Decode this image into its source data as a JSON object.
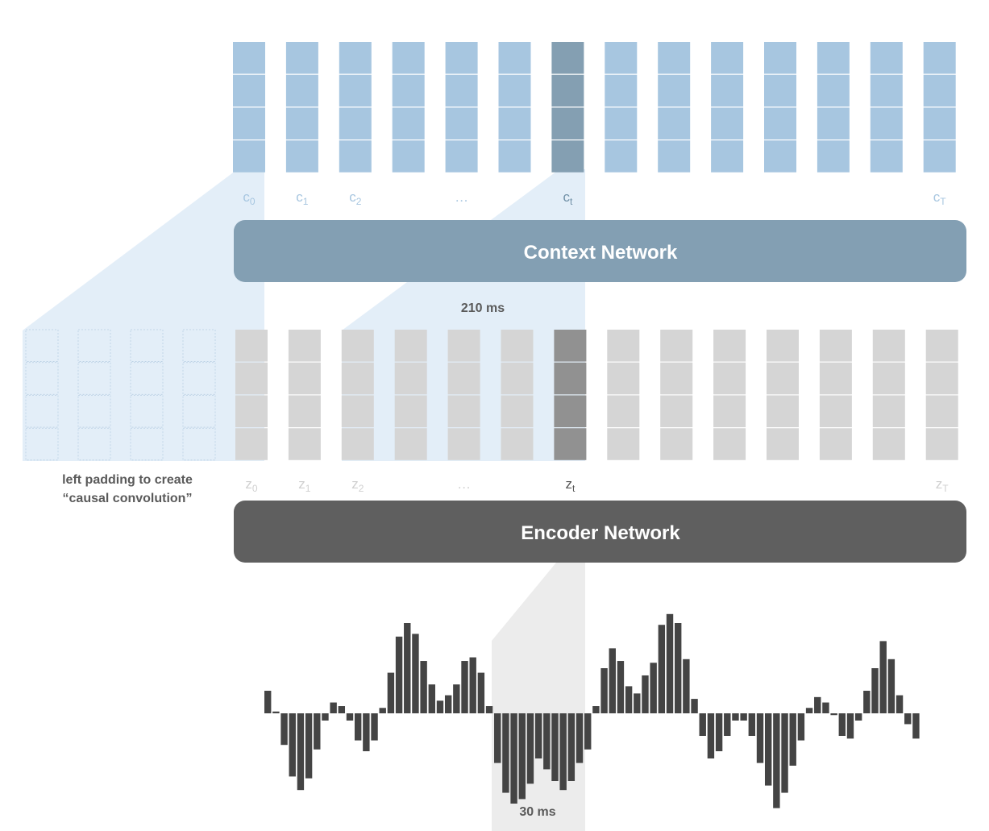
{
  "context_network": {
    "label": "Context Network",
    "color": "#839fb3",
    "vector_color": "#a7c6e0",
    "highlight_color": "#849fb2",
    "vectors": [
      {
        "base": "c",
        "sub": "0",
        "highlight": false
      },
      {
        "base": "c",
        "sub": "1",
        "highlight": false
      },
      {
        "base": "c",
        "sub": "2",
        "highlight": false
      },
      {
        "base": "",
        "sub": "",
        "highlight": false
      },
      {
        "base": "…",
        "sub": "",
        "highlight": false
      },
      {
        "base": "",
        "sub": "",
        "highlight": false
      },
      {
        "base": "c",
        "sub": "t",
        "highlight": true
      },
      {
        "base": "",
        "sub": "",
        "highlight": false
      },
      {
        "base": "",
        "sub": "",
        "highlight": false
      },
      {
        "base": "",
        "sub": "",
        "highlight": false
      },
      {
        "base": "",
        "sub": "",
        "highlight": false
      },
      {
        "base": "",
        "sub": "",
        "highlight": false
      },
      {
        "base": "",
        "sub": "",
        "highlight": false
      },
      {
        "base": "c",
        "sub": "T",
        "highlight": false
      }
    ]
  },
  "receptive_field_label": "210 ms",
  "encoder_network": {
    "label": "Encoder Network",
    "color": "#5f5f5f",
    "vector_color": "#d5d5d5",
    "highlight_color": "#919191",
    "padding_vectors": 4,
    "vectors": [
      {
        "base": "z",
        "sub": "0",
        "highlight": false
      },
      {
        "base": "z",
        "sub": "1",
        "highlight": false
      },
      {
        "base": "z",
        "sub": "2",
        "highlight": false
      },
      {
        "base": "",
        "sub": "",
        "highlight": false
      },
      {
        "base": "…",
        "sub": "",
        "highlight": false
      },
      {
        "base": "",
        "sub": "",
        "highlight": false
      },
      {
        "base": "z",
        "sub": "t",
        "highlight": true
      },
      {
        "base": "",
        "sub": "",
        "highlight": false
      },
      {
        "base": "",
        "sub": "",
        "highlight": false
      },
      {
        "base": "",
        "sub": "",
        "highlight": false
      },
      {
        "base": "",
        "sub": "",
        "highlight": false
      },
      {
        "base": "",
        "sub": "",
        "highlight": false
      },
      {
        "base": "",
        "sub": "",
        "highlight": false
      },
      {
        "base": "z",
        "sub": "T",
        "highlight": false
      }
    ]
  },
  "padding_note": [
    "left padding to create",
    "“causal convolution”"
  ],
  "waveform": {
    "window_label": "30 ms",
    "color": "#444444",
    "samples": [
      25,
      2,
      -35,
      -70,
      -85,
      -72,
      -40,
      -8,
      12,
      8,
      -8,
      -30,
      -42,
      -30,
      6,
      45,
      85,
      100,
      88,
      58,
      32,
      14,
      20,
      32,
      58,
      62,
      45,
      8,
      -55,
      -88,
      -100,
      -95,
      -78,
      -50,
      -62,
      -75,
      -85,
      -75,
      -55,
      -40,
      8,
      50,
      72,
      58,
      30,
      22,
      42,
      56,
      98,
      110,
      100,
      60,
      16,
      -25,
      -50,
      -42,
      -25,
      -8,
      -8,
      -25,
      -55,
      -80,
      -105,
      -88,
      -58,
      -30,
      6,
      18,
      12,
      -2,
      -25,
      -28,
      -8,
      25,
      50,
      80,
      60,
      20,
      -12,
      -28
    ]
  }
}
